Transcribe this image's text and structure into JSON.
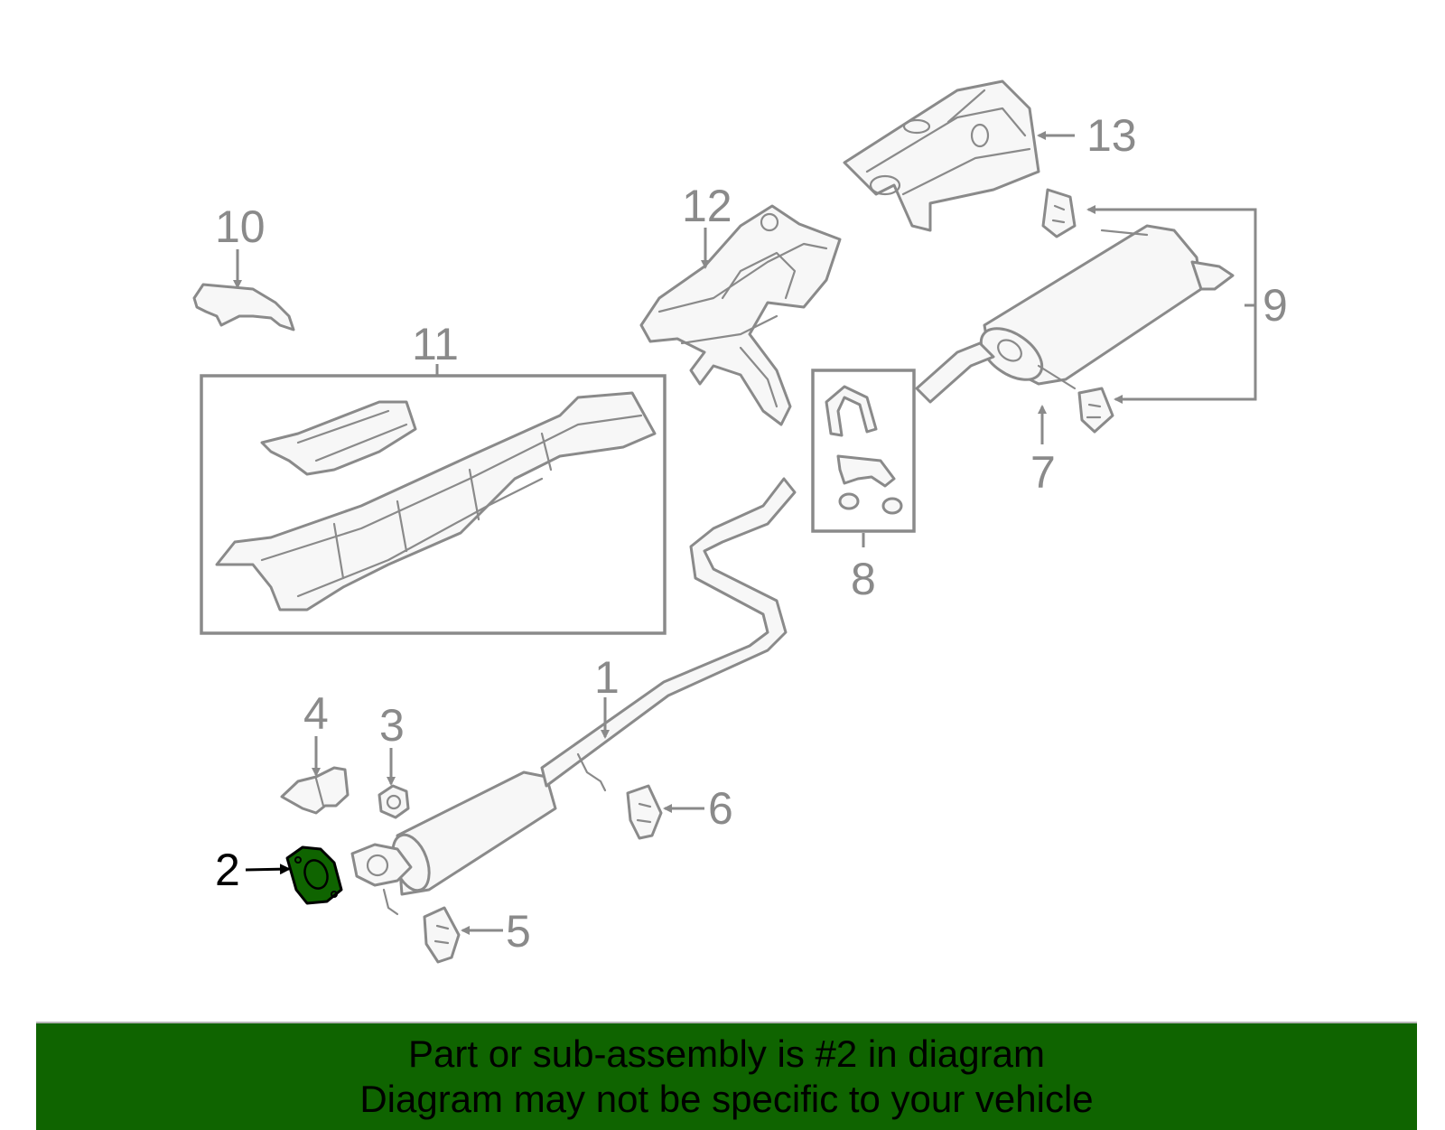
{
  "callouts": {
    "c1": "1",
    "c2": "2",
    "c3": "3",
    "c4": "4",
    "c5": "5",
    "c6": "6",
    "c7": "7",
    "c8": "8",
    "c9": "9",
    "c10": "10",
    "c11": "11",
    "c12": "12",
    "c13": "13"
  },
  "highlighted_part": "2",
  "colors": {
    "line": "#8a8a8a",
    "highlight_fill": "#0f6400",
    "banner_bg": "#0f6400",
    "banner_text": "#000000"
  },
  "banner": {
    "line1": "Part or sub-assembly is #2 in diagram",
    "line2": "Diagram may not be specific to your vehicle"
  }
}
